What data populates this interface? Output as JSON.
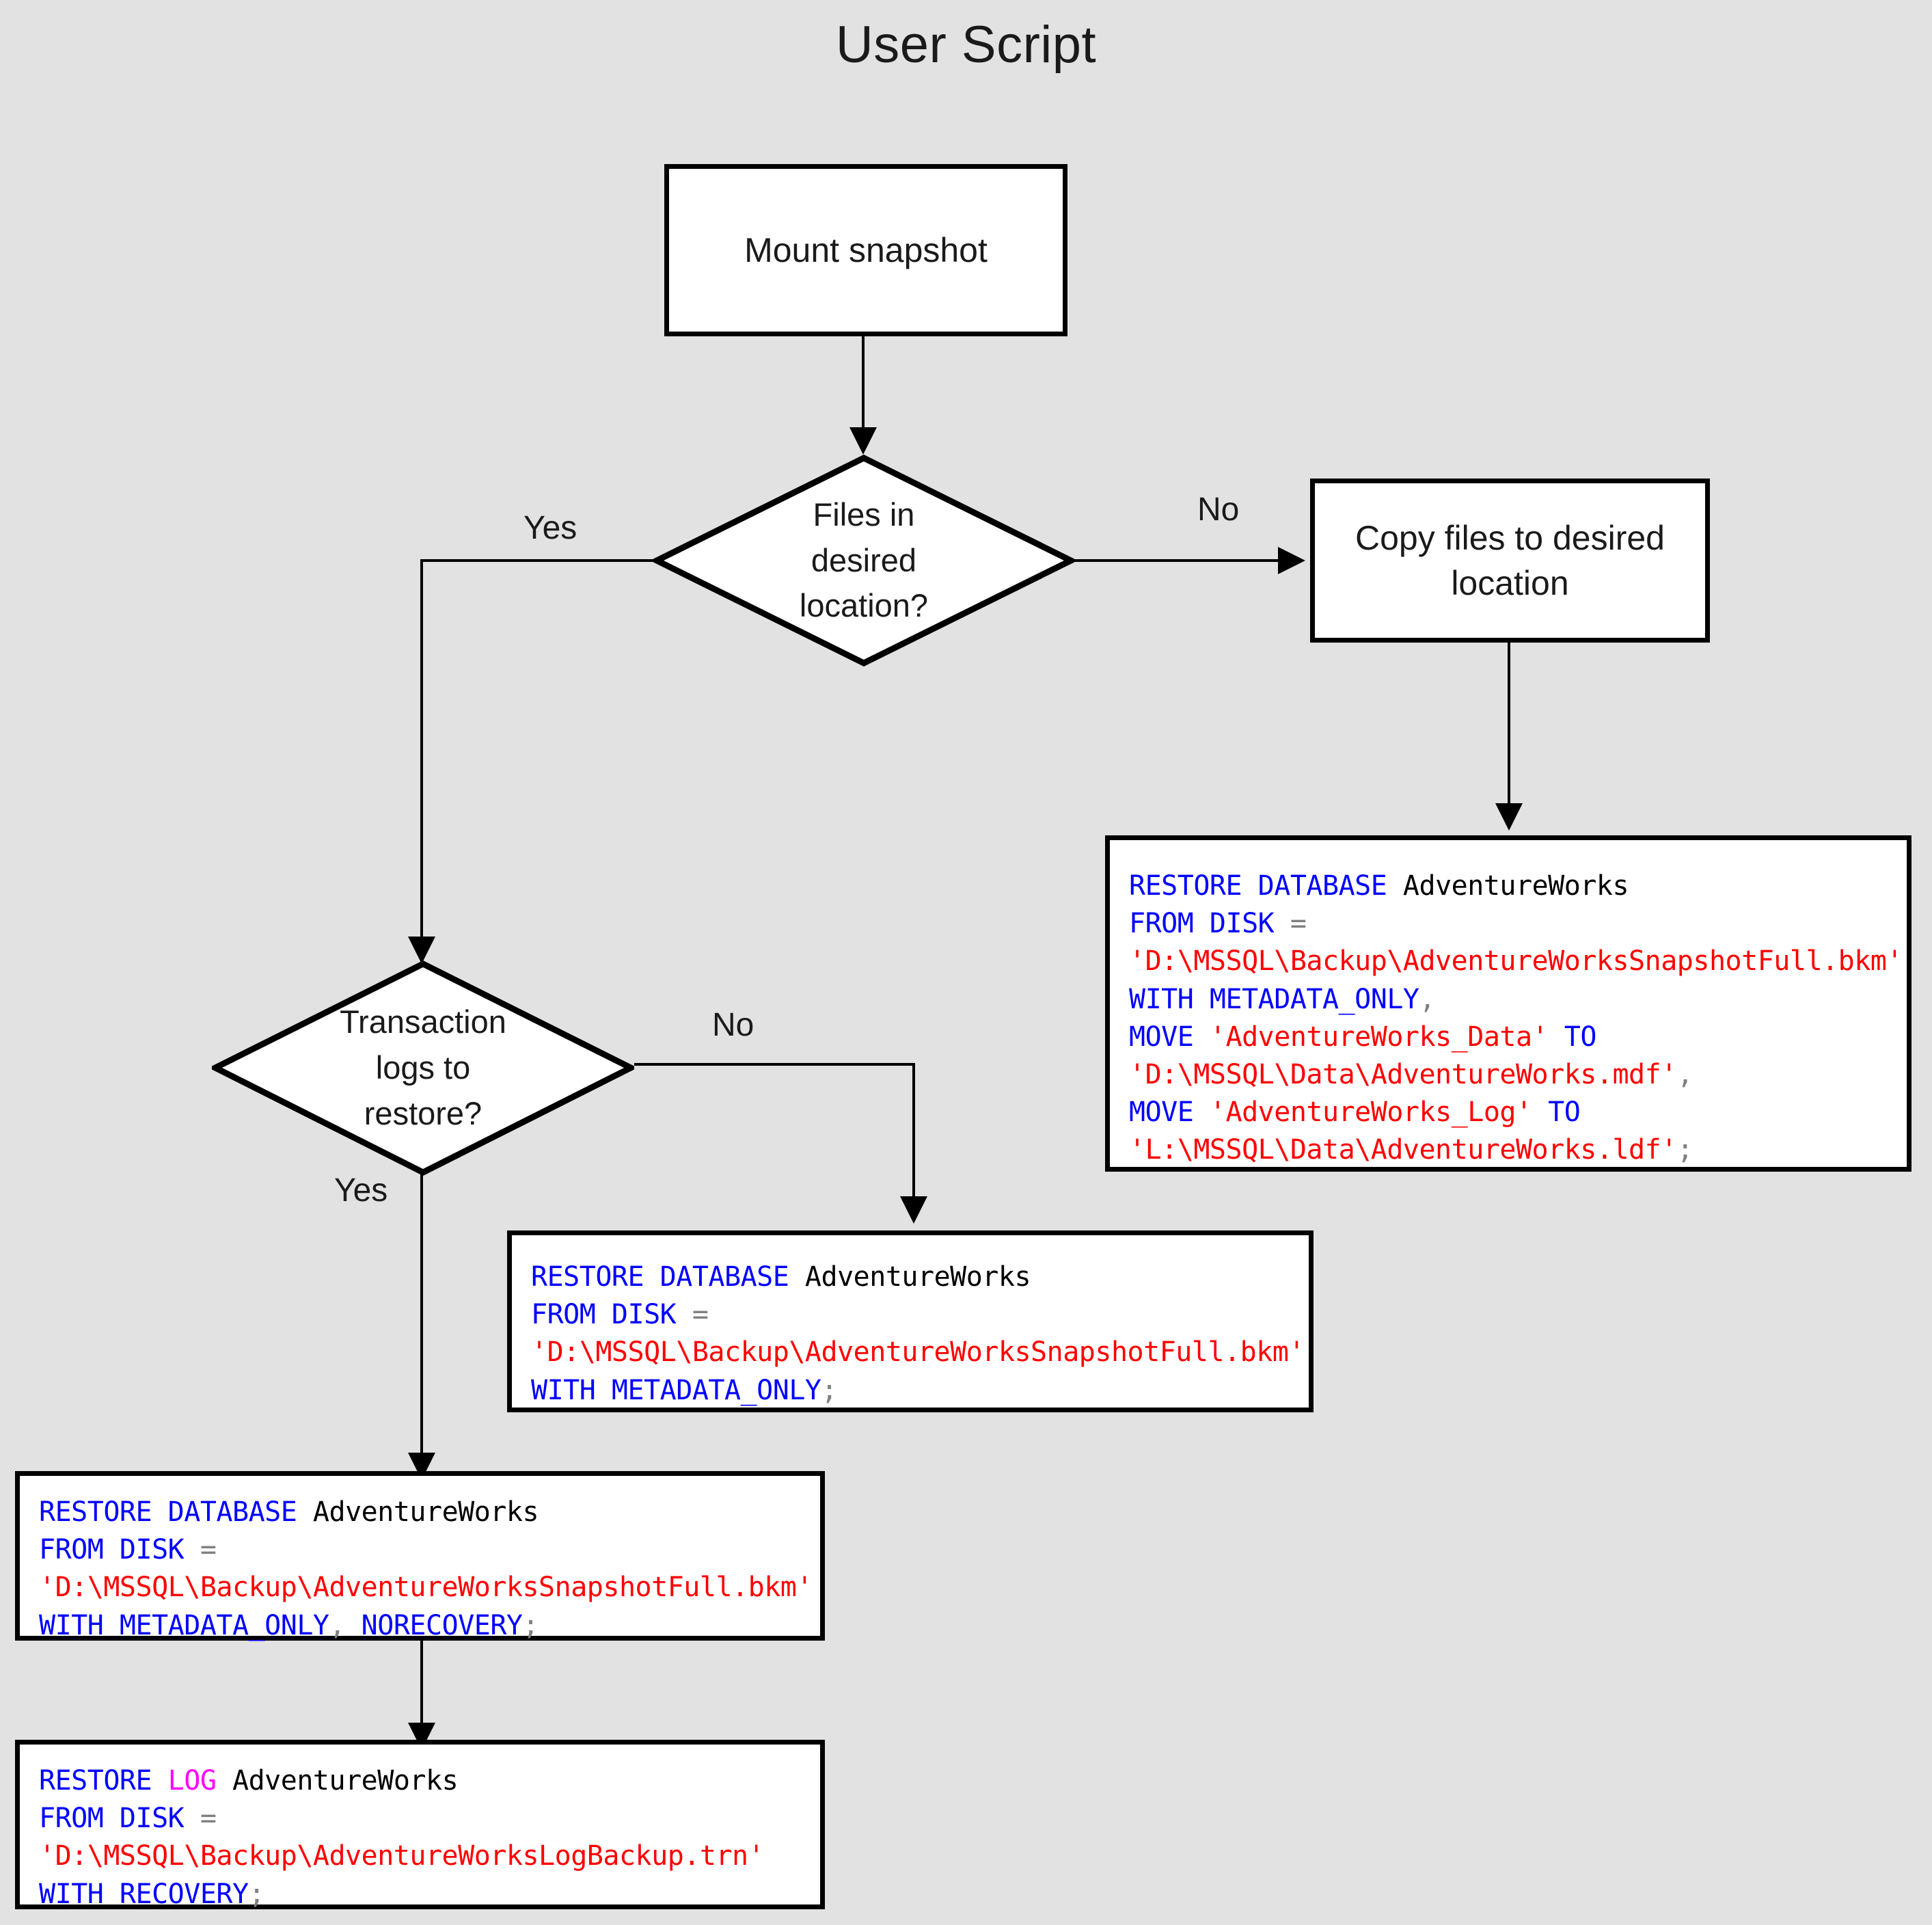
{
  "title": "User Script",
  "background_color": "#e2e2e2",
  "colors": {
    "keyword": "#0000ff",
    "keyword_log": "#ff00ff",
    "string": "#ff0000",
    "identifier": "#000000",
    "operator": "#808080",
    "shape_border": "#000000",
    "shape_fill": "#ffffff"
  },
  "nodes": {
    "mount_snapshot": {
      "label": "Mount snapshot",
      "type": "process"
    },
    "files_decision": {
      "label": "Files in\ndesired\nlocation?",
      "type": "decision"
    },
    "copy_files": {
      "label": "Copy files to desired\nlocation",
      "type": "process"
    },
    "logs_decision": {
      "label": "Transaction\nlogs to\nrestore?",
      "type": "decision"
    }
  },
  "edges": [
    {
      "from": "mount_snapshot",
      "to": "files_decision",
      "label": ""
    },
    {
      "from": "files_decision",
      "to": "copy_files",
      "label": "No"
    },
    {
      "from": "files_decision",
      "to": "logs_decision",
      "label": "Yes"
    },
    {
      "from": "copy_files",
      "to": "sql_move",
      "label": ""
    },
    {
      "from": "logs_decision",
      "to": "sql_simple",
      "label": "No"
    },
    {
      "from": "logs_decision",
      "to": "sql_norecovery",
      "label": "Yes"
    },
    {
      "from": "sql_norecovery",
      "to": "sql_log",
      "label": ""
    }
  ],
  "code_blocks": {
    "sql_move": {
      "name": "restore-with-move-script",
      "lines": [
        [
          {
            "t": "RESTORE DATABASE ",
            "c": "kw"
          },
          {
            "t": "AdventureWorks",
            "c": "id"
          }
        ],
        [
          {
            "t": "FROM DISK ",
            "c": "kw"
          },
          {
            "t": "=",
            "c": "op"
          }
        ],
        [
          {
            "t": "'D:\\MSSQL\\Backup\\AdventureWorksSnapshotFull.bkm'",
            "c": "str"
          }
        ],
        [
          {
            "t": "WITH METADATA_ONLY",
            "c": "kw"
          },
          {
            "t": ",",
            "c": "op"
          }
        ],
        [
          {
            "t": "MOVE ",
            "c": "kw"
          },
          {
            "t": "'AdventureWorks_Data'",
            "c": "str"
          },
          {
            "t": " TO",
            "c": "kw"
          }
        ],
        [
          {
            "t": "'D:\\MSSQL\\Data\\AdventureWorks.mdf'",
            "c": "str"
          },
          {
            "t": ",",
            "c": "op"
          }
        ],
        [
          {
            "t": "MOVE ",
            "c": "kw"
          },
          {
            "t": "'AdventureWorks_Log'",
            "c": "str"
          },
          {
            "t": " TO",
            "c": "kw"
          }
        ],
        [
          {
            "t": "'L:\\MSSQL\\Data\\AdventureWorks.ldf'",
            "c": "str"
          },
          {
            "t": ";",
            "c": "op"
          }
        ]
      ]
    },
    "sql_simple": {
      "name": "restore-metadata-only-script",
      "lines": [
        [
          {
            "t": "RESTORE DATABASE ",
            "c": "kw"
          },
          {
            "t": "AdventureWorks",
            "c": "id"
          }
        ],
        [
          {
            "t": "FROM DISK ",
            "c": "kw"
          },
          {
            "t": "=",
            "c": "op"
          }
        ],
        [
          {
            "t": "'D:\\MSSQL\\Backup\\AdventureWorksSnapshotFull.bkm'",
            "c": "str"
          }
        ],
        [
          {
            "t": "WITH METADATA_ONLY",
            "c": "kw"
          },
          {
            "t": ";",
            "c": "op"
          }
        ]
      ]
    },
    "sql_norecovery": {
      "name": "restore-norecovery-script",
      "lines": [
        [
          {
            "t": "RESTORE DATABASE ",
            "c": "kw"
          },
          {
            "t": "AdventureWorks",
            "c": "id"
          }
        ],
        [
          {
            "t": "FROM DISK ",
            "c": "kw"
          },
          {
            "t": "=",
            "c": "op"
          }
        ],
        [
          {
            "t": "'D:\\MSSQL\\Backup\\AdventureWorksSnapshotFull.bkm'",
            "c": "str"
          }
        ],
        [
          {
            "t": "WITH METADATA_ONLY",
            "c": "kw"
          },
          {
            "t": ", ",
            "c": "op"
          },
          {
            "t": "NORECOVERY",
            "c": "kw"
          },
          {
            "t": ";",
            "c": "op"
          }
        ]
      ]
    },
    "sql_log": {
      "name": "restore-log-script",
      "lines": [
        [
          {
            "t": "RESTORE ",
            "c": "kw"
          },
          {
            "t": "LOG",
            "c": "kw2"
          },
          {
            "t": " ",
            "c": "kw"
          },
          {
            "t": "AdventureWorks",
            "c": "id"
          }
        ],
        [
          {
            "t": "FROM DISK ",
            "c": "kw"
          },
          {
            "t": "=",
            "c": "op"
          }
        ],
        [
          {
            "t": "'D:\\MSSQL\\Backup\\AdventureWorksLogBackup.trn'",
            "c": "str"
          }
        ],
        [
          {
            "t": "WITH RECOVERY",
            "c": "kw"
          },
          {
            "t": ";",
            "c": "op"
          }
        ]
      ]
    }
  },
  "edge_labels": {
    "yes_files": "Yes",
    "no_files": "No",
    "no_logs": "No",
    "yes_logs": "Yes"
  }
}
